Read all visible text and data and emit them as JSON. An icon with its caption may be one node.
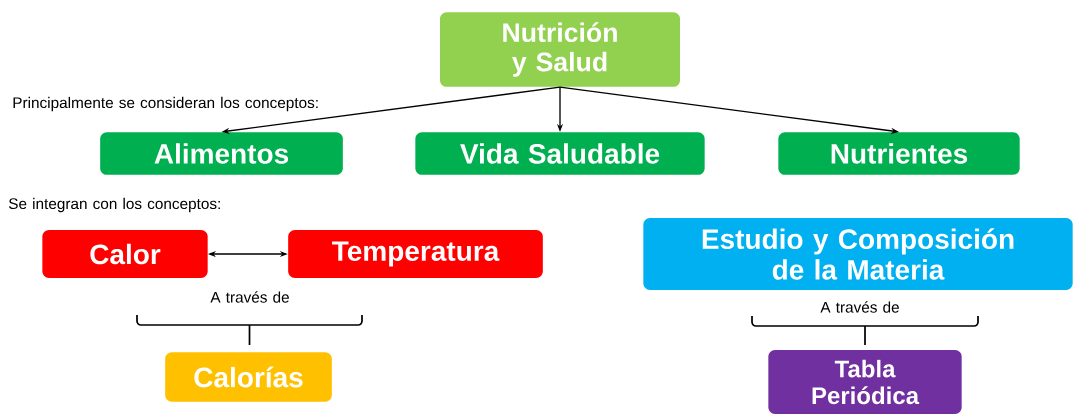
{
  "diagram": {
    "nodes": [
      {
        "text": [
          "Nutrición y Salud"
        ]
      },
      {
        "text": [
          "Alimentos"
        ]
      },
      {
        "text": [
          "Vida Saludable"
        ]
      },
      {
        "text": [
          "Nutrientes"
        ]
      },
      {
        "text": [
          "Calor"
        ]
      },
      {
        "text": [
          "Temperatura"
        ]
      },
      {
        "text": [
          "Estudio y Composición de la Materia"
        ]
      },
      {
        "text": [
          "Calorías"
        ]
      },
      {
        "text": [
          "Tabla Periódica"
        ]
      }
    ],
    "edges": [
      {
        "from": 0,
        "to": 1,
        "arrow": "to"
      },
      {
        "from": 0,
        "to": 2,
        "arrow": "to"
      },
      {
        "from": 0,
        "to": 3,
        "arrow": "to"
      },
      {
        "from": 4,
        "to": 5,
        "arrow": "both"
      }
    ],
    "labels": [
      "Principalmente se consideran los conceptos:",
      "Se integran con los conceptos:",
      "A través de",
      "A través de"
    ]
  }
}
